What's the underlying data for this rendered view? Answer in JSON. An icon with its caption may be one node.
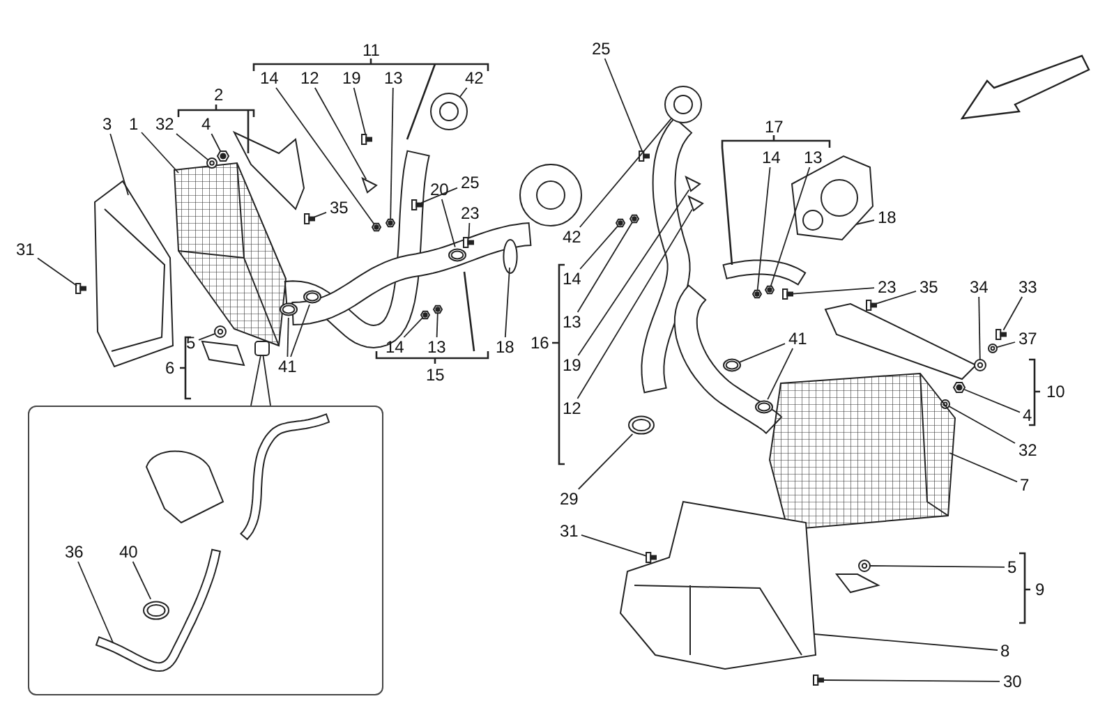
{
  "diagram": {
    "nodes": [
      {
        "text": [
          "3"
        ]
      },
      {
        "text": [
          "1"
        ]
      },
      {
        "text": [
          "32"
        ]
      },
      {
        "text": [
          "4"
        ]
      },
      {
        "text": [
          "14"
        ]
      },
      {
        "text": [
          "12"
        ]
      },
      {
        "text": [
          "19"
        ]
      },
      {
        "text": [
          "13"
        ]
      },
      {
        "text": [
          "42"
        ]
      },
      {
        "text": [
          "25"
        ]
      },
      {
        "text": [
          "35"
        ]
      },
      {
        "text": [
          "23"
        ]
      },
      {
        "text": [
          "20"
        ]
      },
      {
        "text": [
          "31"
        ]
      },
      {
        "text": [
          "5"
        ]
      },
      {
        "text": [
          "41"
        ]
      },
      {
        "text": [
          "14"
        ]
      },
      {
        "text": [
          "13"
        ]
      },
      {
        "text": [
          "18"
        ]
      },
      {
        "text": [
          "25"
        ]
      },
      {
        "text": [
          "42"
        ]
      },
      {
        "text": [
          "14"
        ]
      },
      {
        "text": [
          "13"
        ]
      },
      {
        "text": [
          "19"
        ]
      },
      {
        "text": [
          "12"
        ]
      },
      {
        "text": [
          "29"
        ]
      },
      {
        "text": [
          "14"
        ]
      },
      {
        "text": [
          "13"
        ]
      },
      {
        "text": [
          "18"
        ]
      },
      {
        "text": [
          "41"
        ]
      },
      {
        "text": [
          "23"
        ]
      },
      {
        "text": [
          "35"
        ]
      },
      {
        "text": [
          "34"
        ]
      },
      {
        "text": [
          "33"
        ]
      },
      {
        "text": [
          "37"
        ]
      },
      {
        "text": [
          "4"
        ]
      },
      {
        "text": [
          "32"
        ]
      },
      {
        "text": [
          "7"
        ]
      },
      {
        "text": [
          "31"
        ]
      },
      {
        "text": [
          "5"
        ]
      },
      {
        "text": [
          "8"
        ]
      },
      {
        "text": [
          "30"
        ]
      },
      {
        "text": [],
        "shape": "box"
      },
      {
        "text": [
          "36"
        ],
        "in": 42
      },
      {
        "text": [
          "40"
        ],
        "in": 42
      },
      {
        "text": [],
        "shape": "picture"
      },
      {
        "text": [],
        "shape": "picture"
      },
      {
        "text": [],
        "shape": "washer"
      },
      {
        "text": [],
        "shape": "nut"
      },
      {
        "text": [],
        "shape": "nut"
      },
      {
        "text": [],
        "shape": "clip"
      },
      {
        "text": [],
        "shape": "bolt"
      },
      {
        "text": [],
        "shape": "nut"
      },
      {
        "text": [],
        "shape": "gasket"
      },
      {
        "text": [],
        "shape": "bolt"
      },
      {
        "text": [],
        "shape": "bolt"
      },
      {
        "text": [],
        "shape": "bolt"
      },
      {
        "text": [],
        "shape": "clamp"
      },
      {
        "text": [],
        "shape": "bolt"
      },
      {
        "text": [],
        "shape": "washer"
      },
      {
        "text": [],
        "shape": "clamp"
      },
      {
        "text": [],
        "shape": "clamp"
      },
      {
        "text": [],
        "shape": "nut"
      },
      {
        "text": [],
        "shape": "nut"
      },
      {
        "text": [],
        "shape": "flange"
      },
      {
        "text": [],
        "shape": "bolt"
      },
      {
        "text": [],
        "shape": "gasket"
      },
      {
        "text": [],
        "shape": "nut"
      },
      {
        "text": [],
        "shape": "nut"
      },
      {
        "text": [],
        "shape": "clip"
      },
      {
        "text": [],
        "shape": "clip"
      },
      {
        "text": [],
        "shape": "clamp"
      },
      {
        "text": [],
        "shape": "nut"
      },
      {
        "text": [],
        "shape": "nut"
      },
      {
        "text": [],
        "shape": "picture"
      },
      {
        "text": [],
        "shape": "clamp"
      },
      {
        "text": [],
        "shape": "clamp"
      },
      {
        "text": [],
        "shape": "bolt"
      },
      {
        "text": [],
        "shape": "bolt"
      },
      {
        "text": [],
        "shape": "washer"
      },
      {
        "text": [],
        "shape": "bolt"
      },
      {
        "text": [],
        "shape": "washer"
      },
      {
        "text": [],
        "shape": "nut"
      },
      {
        "text": [],
        "shape": "washer"
      },
      {
        "text": [],
        "shape": "picture"
      },
      {
        "text": [],
        "shape": "bolt"
      },
      {
        "text": [],
        "shape": "washer"
      },
      {
        "text": [],
        "shape": "picture"
      },
      {
        "text": [],
        "shape": "bolt"
      },
      {
        "text": [],
        "shape": "picture",
        "in": 42
      },
      {
        "text": [],
        "shape": "clamp",
        "in": 42
      },
      {
        "text": [],
        "shape": "spigot"
      }
    ],
    "edges": [
      {
        "from": 0,
        "to": 45,
        "arrow": "none"
      },
      {
        "from": 1,
        "to": 46,
        "arrow": "none"
      },
      {
        "from": 2,
        "to": 47,
        "arrow": "none"
      },
      {
        "from": 3,
        "to": 48,
        "arrow": "none"
      },
      {
        "from": 4,
        "to": 49,
        "arrow": "none"
      },
      {
        "from": 5,
        "to": 50,
        "arrow": "none"
      },
      {
        "from": 6,
        "to": 51,
        "arrow": "none"
      },
      {
        "from": 7,
        "to": 52,
        "arrow": "none"
      },
      {
        "from": 8,
        "to": 53,
        "arrow": "none"
      },
      {
        "from": 9,
        "to": 54,
        "arrow": "none"
      },
      {
        "from": 10,
        "to": 55,
        "arrow": "none"
      },
      {
        "from": 11,
        "to": 56,
        "arrow": "none"
      },
      {
        "from": 12,
        "to": 57,
        "arrow": "none"
      },
      {
        "from": 13,
        "to": 58,
        "arrow": "none"
      },
      {
        "from": 14,
        "to": 59,
        "arrow": "none"
      },
      {
        "from": 15,
        "to": 60,
        "arrow": "none"
      },
      {
        "from": 15,
        "to": 61,
        "arrow": "none"
      },
      {
        "from": 16,
        "to": 62,
        "arrow": "none"
      },
      {
        "from": 17,
        "to": 63,
        "arrow": "none"
      },
      {
        "from": 18,
        "to": 64,
        "arrow": "none"
      },
      {
        "from": 19,
        "to": 65,
        "arrow": "none"
      },
      {
        "from": 20,
        "to": 66,
        "arrow": "none"
      },
      {
        "from": 21,
        "to": 67,
        "arrow": "none"
      },
      {
        "from": 22,
        "to": 68,
        "arrow": "none"
      },
      {
        "from": 23,
        "to": 69,
        "arrow": "none"
      },
      {
        "from": 24,
        "to": 70,
        "arrow": "none"
      },
      {
        "from": 25,
        "to": 71,
        "arrow": "none"
      },
      {
        "from": 26,
        "to": 72,
        "arrow": "none"
      },
      {
        "from": 27,
        "to": 73,
        "arrow": "none"
      },
      {
        "from": 28,
        "to": 74,
        "arrow": "none"
      },
      {
        "from": 29,
        "to": 75,
        "arrow": "none"
      },
      {
        "from": 29,
        "to": 76,
        "arrow": "none"
      },
      {
        "from": 30,
        "to": 77,
        "arrow": "none"
      },
      {
        "from": 31,
        "to": 78,
        "arrow": "none"
      },
      {
        "from": 32,
        "to": 79,
        "arrow": "none"
      },
      {
        "from": 33,
        "to": 80,
        "arrow": "none"
      },
      {
        "from": 34,
        "to": 81,
        "arrow": "none"
      },
      {
        "from": 35,
        "to": 82,
        "arrow": "none"
      },
      {
        "from": 36,
        "to": 83,
        "arrow": "none"
      },
      {
        "from": 37,
        "to": 84,
        "arrow": "none"
      },
      {
        "from": 38,
        "to": 85,
        "arrow": "none"
      },
      {
        "from": 39,
        "to": 86,
        "arrow": "none"
      },
      {
        "from": 40,
        "to": 87,
        "arrow": "none"
      },
      {
        "from": 41,
        "to": 88,
        "arrow": "none"
      },
      {
        "from": 43,
        "to": 89,
        "arrow": "none"
      },
      {
        "from": 44,
        "to": 90,
        "arrow": "none"
      },
      {
        "from": 42,
        "to": 91,
        "arrow": "none"
      },
      {
        "from": 42,
        "to": 91,
        "arrow": "none"
      }
    ],
    "labels": [
      "11",
      "2",
      "15",
      "6",
      "17",
      "16",
      "10",
      "9"
    ]
  }
}
